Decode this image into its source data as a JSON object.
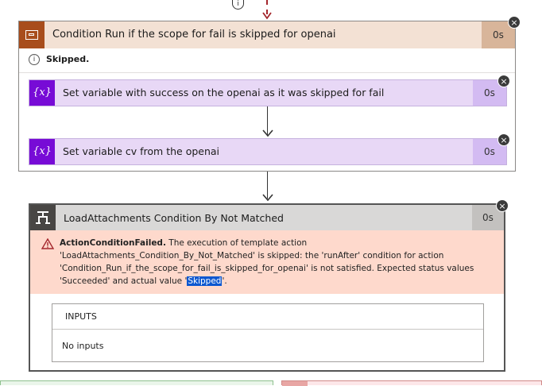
{
  "top_connector": {
    "info_icon": "info-icon",
    "arrow_color": "#a4262c"
  },
  "scope": {
    "title": "Condition Run if the scope for fail is skipped for openai",
    "duration": "0s",
    "status_text": "Skipped.",
    "icon": "scope-icon",
    "status_icon": "info-icon",
    "close_icon": "close-icon",
    "colors": {
      "accent": "#a84d1c",
      "header_bg": "#f3e1d4",
      "duration_bg": "#d8b59a"
    }
  },
  "actions": [
    {
      "title": "Set variable with success on the openai as it was skipped for fail",
      "duration": "0s",
      "icon_text": "{x}"
    },
    {
      "title": "Set variable cv from the openai",
      "duration": "0s",
      "icon_text": "{x}"
    }
  ],
  "action_colors": {
    "accent": "#770bd6",
    "bg": "#e8d8f6",
    "duration_bg": "#d3bbf2"
  },
  "failed_action": {
    "title": "LoadAttachments Condition By Not Matched",
    "duration": "0s",
    "icon": "condition-icon",
    "close_icon": "close-icon",
    "error": {
      "code": "ActionConditionFailed.",
      "message_part1": " The execution of template action 'LoadAttachments_Condition_By_Not_Matched' is skipped: the 'runAfter' condition for action 'Condition_Run_if_the_scope_for_fail_is_skipped_for_openai' is not satisfied. Expected status values 'Succeeded' and actual value '",
      "highlighted": "Skipped",
      "message_part2": "'.",
      "icon": "warning-icon"
    },
    "inputs": {
      "label": "INPUTS",
      "value": "No inputs"
    },
    "colors": {
      "error_bg": "#fed9cc",
      "header_bg": "#d9d8d7",
      "highlight": "#0b57d0"
    }
  }
}
